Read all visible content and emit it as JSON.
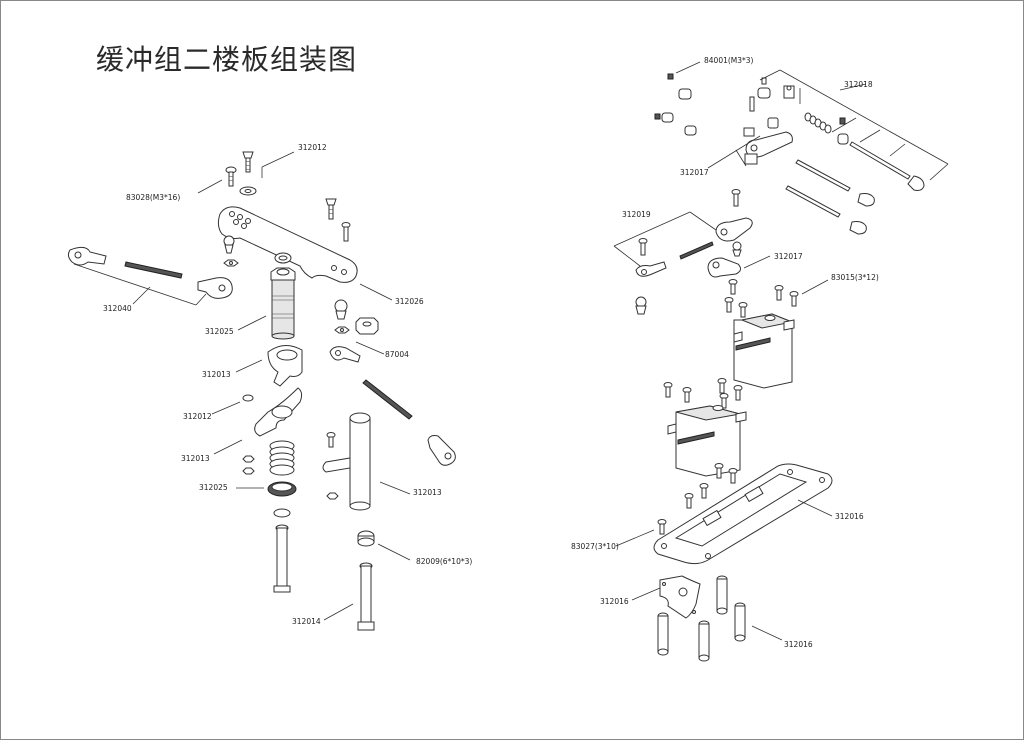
{
  "title": "缓冲组二楼板组装图",
  "labels": {
    "l312012a": "312012",
    "l83028": "83028(M3*16)",
    "l312026": "312026",
    "l312040": "312040",
    "l312025a": "312025",
    "l87004": "87004",
    "l312013a": "312013",
    "l312012b": "312012",
    "l312013b": "312013",
    "l312025b": "312025",
    "l312013c": "312013",
    "l82009": "82009(6*10*3)",
    "l312014": "312014",
    "l84001": "84001(M3*3)",
    "l312018": "312018",
    "l312017a": "312017",
    "l312019": "312019",
    "l312017b": "312017",
    "l83015": "83015(3*12)",
    "l312016a": "312016",
    "l83027": "83027(3*10)",
    "l312016b": "312016",
    "l312016c": "312016"
  }
}
